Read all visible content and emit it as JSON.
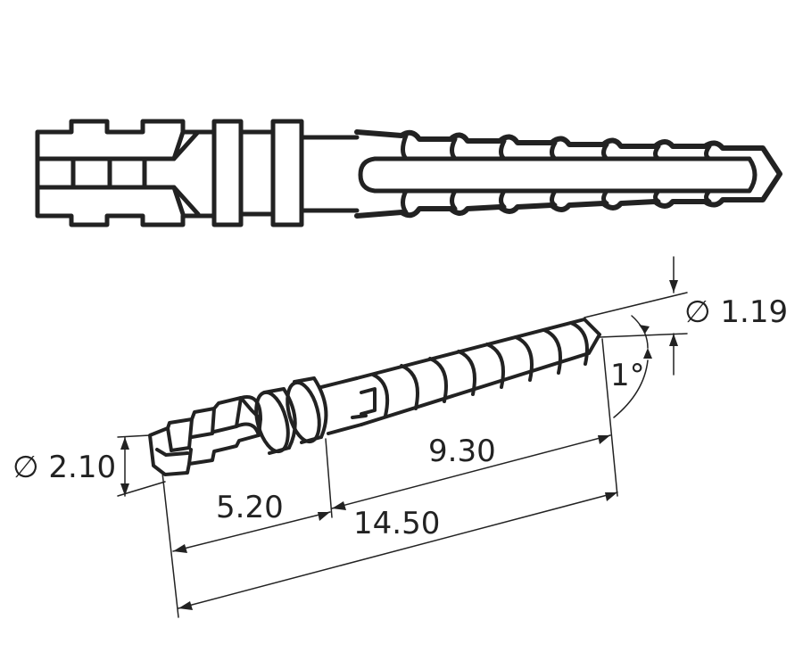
{
  "labels": {
    "dia_tip": "∅ 1.19",
    "dia_base": "∅ 2.10",
    "angle": "1°",
    "len_thread": "9.30",
    "len_head": "5.20",
    "len_total": "14.50"
  },
  "colors": {
    "line": "#222222",
    "background": "#ffffff"
  }
}
